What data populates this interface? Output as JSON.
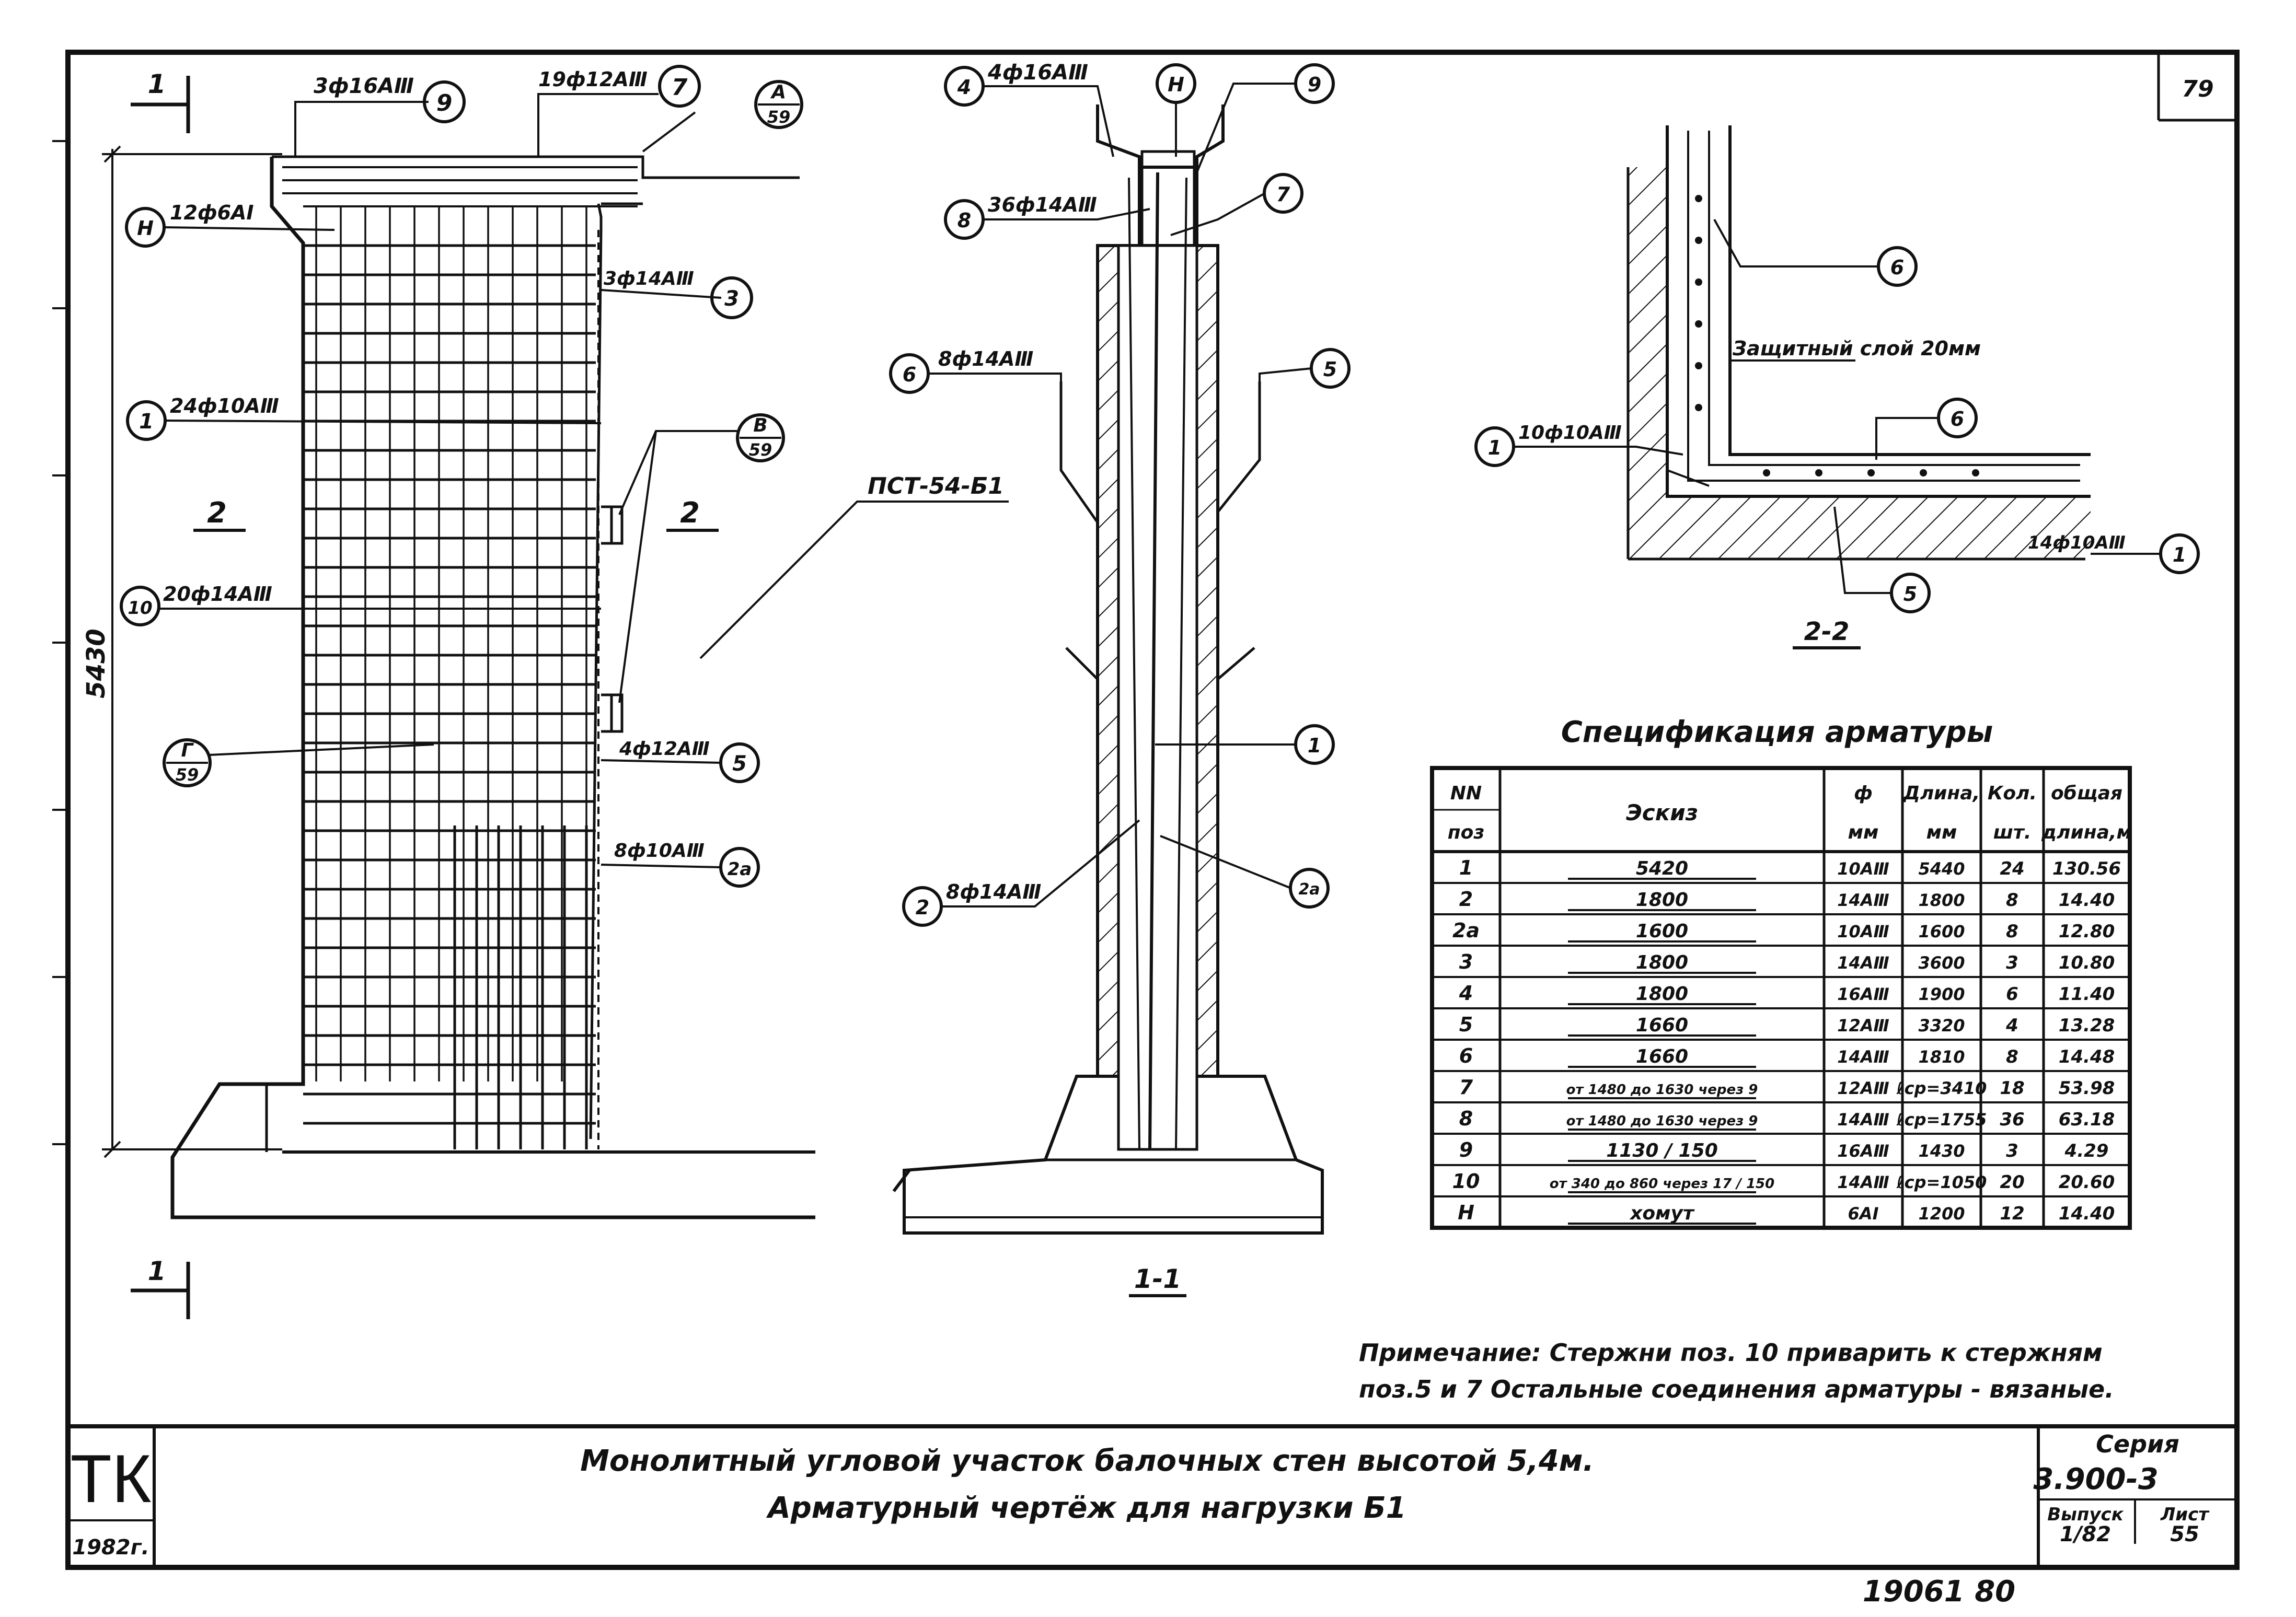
{
  "sheet": {
    "page_number": "79",
    "stamp_bottom": "19061   80"
  },
  "title_block": {
    "org": "ТК",
    "year": "1982г.",
    "title_line1": "Монолитный угловой участок балочных стен высотой 5,4м.",
    "title_line2": "Арматурный чертёж для нагрузки Б1",
    "series_label": "Серия",
    "series_value": "3.900-3",
    "issue_label": "Выпуск",
    "issue_value": "1/82",
    "sheet_label": "Лист",
    "sheet_value": "55"
  },
  "elevation": {
    "section_mark_top": "1",
    "section_mark_bottom": "1",
    "height_dim": "5430",
    "zone_left": "2",
    "zone_right": "2",
    "panel_mark": "ПСТ-54-Б1",
    "callouts": [
      {
        "text": "3ф16АⅢ",
        "pos": "9"
      },
      {
        "text": "19ф12АⅢ",
        "pos": "7"
      },
      {
        "text": "12ф6АⅠ",
        "pos": "Н"
      },
      {
        "text": "3ф14АⅢ",
        "pos": "3"
      },
      {
        "text": "24ф10АⅢ",
        "pos": "1"
      },
      {
        "text": "20ф14АⅢ",
        "pos": "10"
      },
      {
        "text": "4ф12АⅢ",
        "pos": "5"
      },
      {
        "text": "8ф10АⅢ",
        "pos": "2а"
      }
    ],
    "node_refs": [
      {
        "letter": "А",
        "sheet": "59"
      },
      {
        "letter": "В",
        "sheet": "59"
      },
      {
        "letter": "Г",
        "sheet": "59"
      }
    ]
  },
  "section_1_1": {
    "label": "1-1",
    "callouts": [
      {
        "text": "4ф16АⅢ",
        "pos": "4"
      },
      {
        "text": "",
        "pos": "Н"
      },
      {
        "text": "",
        "pos": "9"
      },
      {
        "text": "36ф14АⅢ",
        "pos": "8"
      },
      {
        "text": "",
        "pos": "7"
      },
      {
        "text": "8ф14АⅢ",
        "pos": "6"
      },
      {
        "text": "",
        "pos": "5"
      },
      {
        "text": "",
        "pos": "1"
      },
      {
        "text": "8ф14АⅢ",
        "pos": "2"
      },
      {
        "text": "",
        "pos": "2а"
      }
    ]
  },
  "section_2_2": {
    "label": "2-2",
    "cover_note": "Защитный слой 20мм",
    "callouts": [
      {
        "text": "",
        "pos": "6"
      },
      {
        "text": "10ф10АⅢ",
        "pos": "1"
      },
      {
        "text": "",
        "pos": "6"
      },
      {
        "text": "14ф10АⅢ",
        "pos": "1"
      },
      {
        "text": "",
        "pos": "5"
      }
    ]
  },
  "spec": {
    "title": "Спецификация арматуры",
    "headers": {
      "pos1": "NN",
      "pos2": "поз",
      "sketch": "Эскиз",
      "dia1": "ф",
      "dia2": "мм",
      "len1": "Длина,",
      "len2": "мм",
      "qty1": "Кол.",
      "qty2": "шт.",
      "tot1": "общая",
      "tot2": "длина,м"
    },
    "rows": [
      {
        "pos": "1",
        "sketch": "5420",
        "dia": "10АⅢ",
        "length": "5440",
        "qty": "24",
        "total": "130.56"
      },
      {
        "pos": "2",
        "sketch": "1800",
        "dia": "14АⅢ",
        "length": "1800",
        "qty": "8",
        "total": "14.40"
      },
      {
        "pos": "2а",
        "sketch": "1600",
        "dia": "10АⅢ",
        "length": "1600",
        "qty": "8",
        "total": "12.80"
      },
      {
        "pos": "3",
        "sketch": "1800",
        "dia": "14АⅢ",
        "length": "3600",
        "qty": "3",
        "total": "10.80"
      },
      {
        "pos": "4",
        "sketch": "1800",
        "dia": "16АⅢ",
        "length": "1900",
        "qty": "6",
        "total": "11.40"
      },
      {
        "pos": "5",
        "sketch": "1660",
        "dia": "12АⅢ",
        "length": "3320",
        "qty": "4",
        "total": "13.28"
      },
      {
        "pos": "6",
        "sketch": "1660",
        "dia": "14АⅢ",
        "length": "1810",
        "qty": "8",
        "total": "14.48"
      },
      {
        "pos": "7",
        "sketch": "от 1480 до 1630 через 9",
        "dia": "12АⅢ",
        "length": "ℓср=3410",
        "qty": "18",
        "total": "53.98"
      },
      {
        "pos": "8",
        "sketch": "от 1480 до 1630 через 9",
        "dia": "14АⅢ",
        "length": "ℓср=1755",
        "qty": "36",
        "total": "63.18"
      },
      {
        "pos": "9",
        "sketch": "1130 / 150",
        "dia": "16АⅢ",
        "length": "1430",
        "qty": "3",
        "total": "4.29"
      },
      {
        "pos": "10",
        "sketch": "от 340 до 860 через 17 / 150",
        "dia": "14АⅢ",
        "length": "ℓср=1050",
        "qty": "20",
        "total": "20.60"
      },
      {
        "pos": "Н",
        "sketch": "хомут",
        "dia": "6АⅠ",
        "length": "1200",
        "qty": "12",
        "total": "14.40"
      }
    ]
  },
  "note": {
    "line1": "Примечание: Стержни поз. 10 приварить к стержням",
    "line2": "поз.5 и 7 Остальные соединения арматуры - вязаные."
  }
}
